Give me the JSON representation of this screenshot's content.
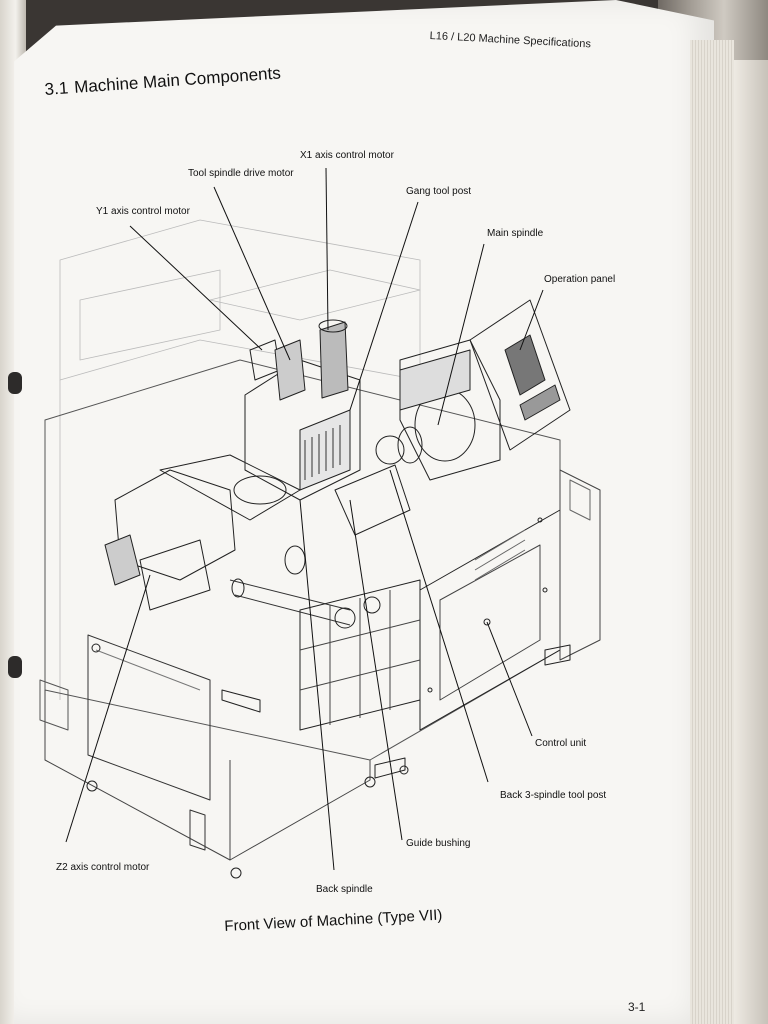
{
  "header": {
    "running_title": "L16 / L20  Machine Specifications"
  },
  "section": {
    "number": "3.1",
    "title": "Machine Main Components"
  },
  "figure": {
    "labels": {
      "x1_axis_motor": "X1 axis control motor",
      "tool_spindle_motor": "Tool spindle drive motor",
      "gang_tool_post": "Gang tool post",
      "y1_axis_motor": "Y1 axis control motor",
      "main_spindle": "Main spindle",
      "operation_panel": "Operation panel",
      "control_unit": "Control unit",
      "back_tool_post": "Back 3-spindle tool post",
      "guide_bushing": "Guide bushing",
      "z2_axis_motor": "Z2 axis control motor",
      "back_spindle": "Back spindle"
    },
    "caption": "Front View of Machine (Type VII)"
  },
  "footer": {
    "page_number": "3-1"
  }
}
